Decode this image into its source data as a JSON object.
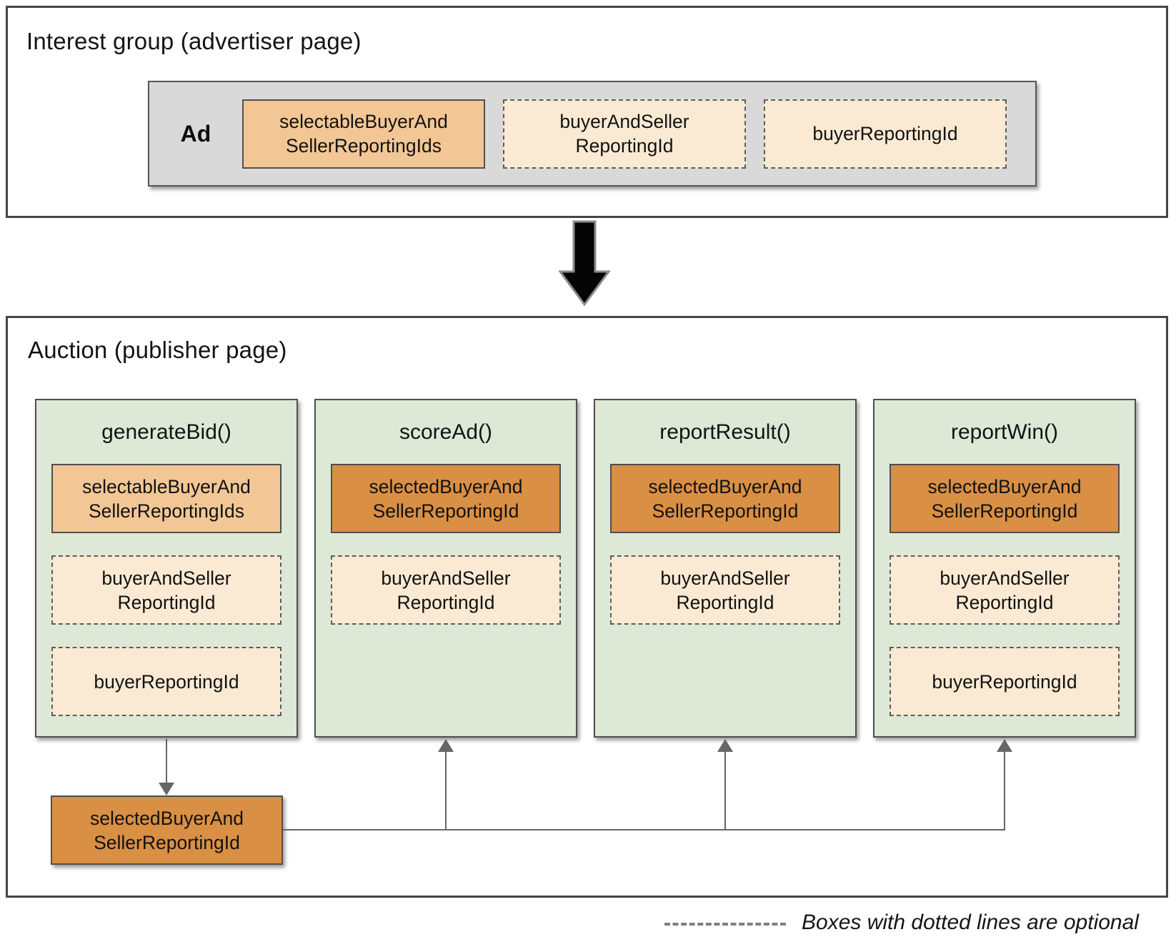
{
  "interest_group": {
    "title": "Interest group (advertiser page)",
    "ad_label": "Ad",
    "items": [
      {
        "label": "selectableBuyerAnd\nSellerReportingIds",
        "variant": "selectable",
        "optional": false
      },
      {
        "label": "buyerAndSeller\nReportingId",
        "variant": "optional",
        "optional": true
      },
      {
        "label": "buyerReportingId",
        "variant": "optional",
        "optional": true
      }
    ]
  },
  "auction": {
    "title": "Auction (publisher page)",
    "columns": [
      {
        "title": "generateBid()",
        "items": [
          {
            "label": "selectableBuyerAnd\nSellerReportingIds",
            "variant": "selectable",
            "optional": false
          },
          {
            "label": "buyerAndSeller\nReportingId",
            "variant": "optional",
            "optional": true
          },
          {
            "label": "buyerReportingId",
            "variant": "optional",
            "optional": true
          }
        ]
      },
      {
        "title": "scoreAd()",
        "items": [
          {
            "label": "selectedBuyerAnd\nSellerReportingId",
            "variant": "selected",
            "optional": false
          },
          {
            "label": "buyerAndSeller\nReportingId",
            "variant": "optional",
            "optional": true
          }
        ]
      },
      {
        "title": "reportResult()",
        "items": [
          {
            "label": "selectedBuyerAnd\nSellerReportingId",
            "variant": "selected",
            "optional": false
          },
          {
            "label": "buyerAndSeller\nReportingId",
            "variant": "optional",
            "optional": true
          }
        ]
      },
      {
        "title": "reportWin()",
        "items": [
          {
            "label": "selectedBuyerAnd\nSellerReportingId",
            "variant": "selected",
            "optional": false
          },
          {
            "label": "buyerAndSeller\nReportingId",
            "variant": "optional",
            "optional": true
          },
          {
            "label": "buyerReportingId",
            "variant": "optional",
            "optional": true
          }
        ]
      }
    ],
    "selected_output": {
      "label": "selectedBuyerAnd\nSellerReportingId",
      "variant": "selected"
    }
  },
  "legend": {
    "label": "Boxes with dotted lines are optional"
  },
  "colors": {
    "selectable_fill": "#f2c795",
    "selected_fill": "#d98f44",
    "optional_fill": "#faead3",
    "function_fill": "#dde8d6",
    "ad_container_fill": "#d9d9d9",
    "connector": "#666666",
    "outer_border": "#454545",
    "flow_arrow_fill": "#050505",
    "flow_arrow_stroke": "#8a8a8a"
  }
}
